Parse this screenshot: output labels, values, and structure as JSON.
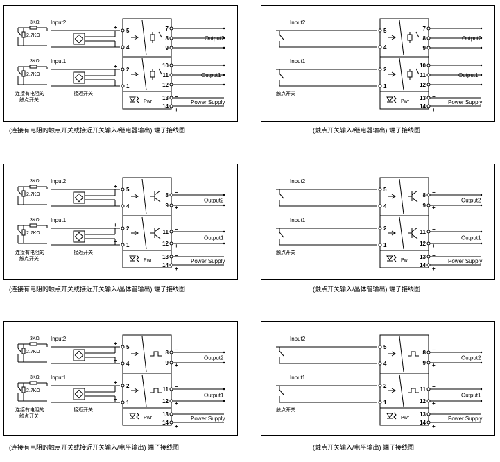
{
  "diagrams": [
    {
      "caption": "(连接有电阻的触点开关或接近开关输入/继电器输出) 端子接线图",
      "output_type": "relay",
      "with_sensors": true
    },
    {
      "caption": "(触点开关输入/继电器输出) 端子接线图",
      "output_type": "relay",
      "with_sensors": false
    },
    {
      "caption": "(连接有电阻的触点开关或接近开关输入/晶体管输出) 端子接线图",
      "output_type": "transistor",
      "with_sensors": true
    },
    {
      "caption": "(触点开关输入/晶体管输出) 端子接线图",
      "output_type": "transistor",
      "with_sensors": false
    },
    {
      "caption": "(连接有电阻的触点开关或接近开关输入/电平输出) 端子接线图",
      "output_type": "level",
      "with_sensors": true
    },
    {
      "caption": "(触点开关输入/电平输出) 端子接线图",
      "output_type": "level",
      "with_sensors": false
    }
  ],
  "labels": {
    "input1": "Input1",
    "input2": "Input2",
    "output1": "Output1",
    "output2": "Output2",
    "power_supply": "Power Supply",
    "pwr": "Pwr",
    "resistor_3k": "3KΩ",
    "resistor_27k": "2.7KΩ",
    "contact_with_resistor": [
      "连接有电阻的",
      "触点开关"
    ],
    "proximity_switch": "接近开关",
    "contact_switch": "触点开关",
    "plus": "+",
    "minus": "−"
  },
  "terminals": {
    "inputs": [
      "5",
      "4",
      "2",
      "1"
    ],
    "relay": {
      "out2": [
        "7",
        "8",
        "9"
      ],
      "out1": [
        "10",
        "11",
        "12"
      ]
    },
    "transistor": {
      "out2": [
        "8",
        "9"
      ],
      "out1": [
        "11",
        "12"
      ]
    },
    "level": {
      "out2": [
        "8",
        "9"
      ],
      "out1": [
        "11",
        "12"
      ]
    },
    "power": [
      "13",
      "14"
    ]
  }
}
